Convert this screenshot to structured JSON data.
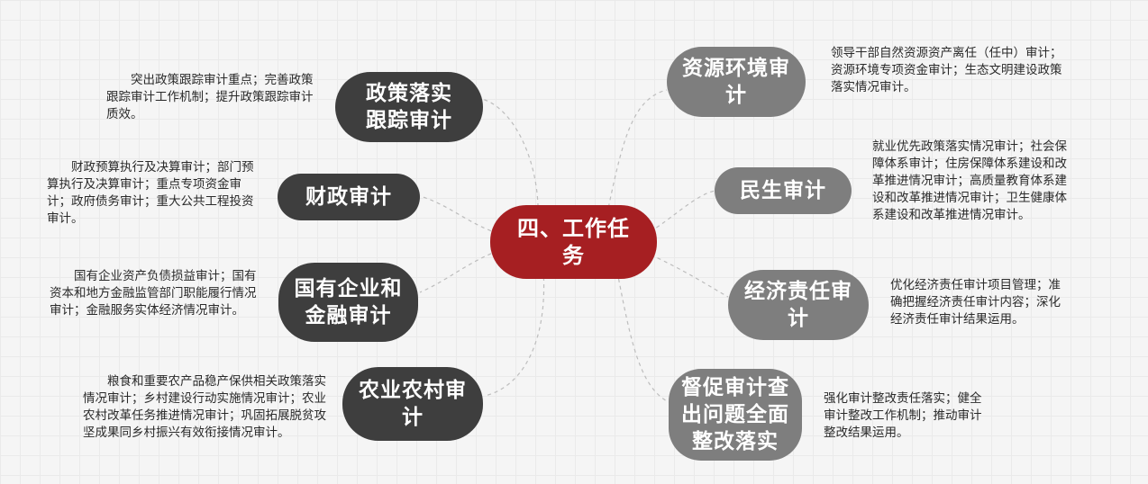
{
  "center": {
    "label": "四、工作任务"
  },
  "left_branches": [
    {
      "label": "政策落实跟踪审计",
      "description": "突出政策跟踪审计重点；完善政策跟踪审计工作机制；提升政策跟踪审计质效。"
    },
    {
      "label": "财政审计",
      "description": "财政预算执行及决算审计；部门预算执行及决算审计；重点专项资金审计；政府债务审计；重大公共工程投资审计。"
    },
    {
      "label": "国有企业和金融审计",
      "description": "国有企业资产负债损益审计；国有资本和地方金融监管部门职能履行情况审计；金融服务实体经济情况审计。"
    },
    {
      "label": "农业农村审计",
      "description": "粮食和重要农产品稳产保供相关政策落实情况审计；乡村建设行动实施情况审计；农业农村改革任务推进情况审计；巩固拓展脱贫攻坚成果同乡村振兴有效衔接情况审计。"
    }
  ],
  "right_branches": [
    {
      "label": "资源环境审计",
      "description": "领导干部自然资源资产离任（任中）审计；资源环境专项资金审计；生态文明建设政策落实情况审计。"
    },
    {
      "label": "民生审计",
      "description": "就业优先政策落实情况审计；社会保障体系审计；住房保障体系建设和改革推进情况审计；高质量教育体系建设和改革推进情况审计；卫生健康体系建设和改革推进情况审计。"
    },
    {
      "label": "经济责任审计",
      "description": "优化经济责任审计项目管理；准确把握经济责任审计内容；深化经济责任审计结果运用。"
    },
    {
      "label": "督促审计查出问题全面整改落实",
      "description": "强化审计整改责任落实；健全审计整改工作机制；推动审计整改结果运用。"
    }
  ]
}
